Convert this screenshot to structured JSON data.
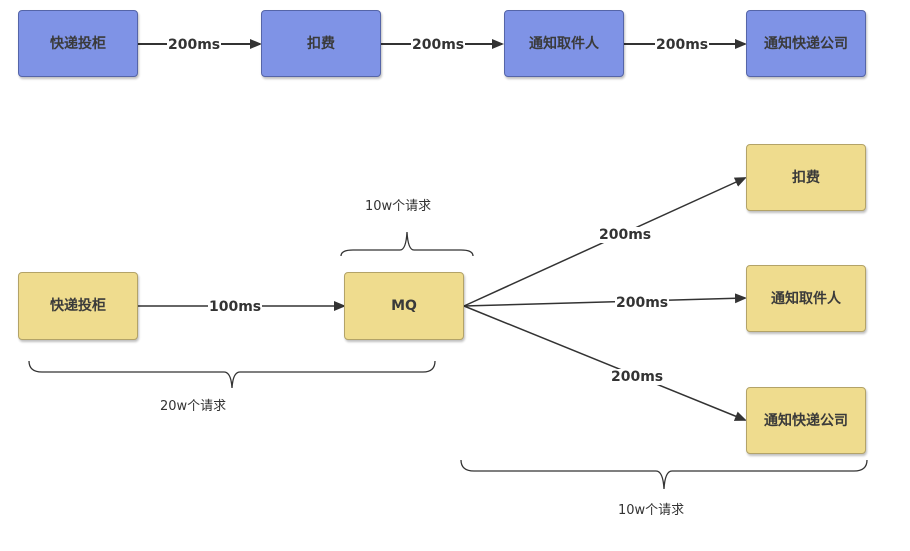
{
  "top_flow": {
    "nodes": [
      "快递投柜",
      "扣费",
      "通知取件人",
      "通知快递公司"
    ],
    "edges": [
      "200ms",
      "200ms",
      "200ms"
    ]
  },
  "bottom_flow": {
    "source": "快递投柜",
    "source_edge": "100ms",
    "queue": "MQ",
    "targets": [
      "扣费",
      "通知取件人",
      "通知快递公司"
    ],
    "target_edges": [
      "200ms",
      "200ms",
      "200ms"
    ],
    "mq_note": "10w个请求",
    "source_note": "20w个请求",
    "targets_note": "10w个请求"
  },
  "colors": {
    "top_fill": "#7f93e6",
    "bottom_fill": "#efdc8e",
    "line": "#333333"
  }
}
